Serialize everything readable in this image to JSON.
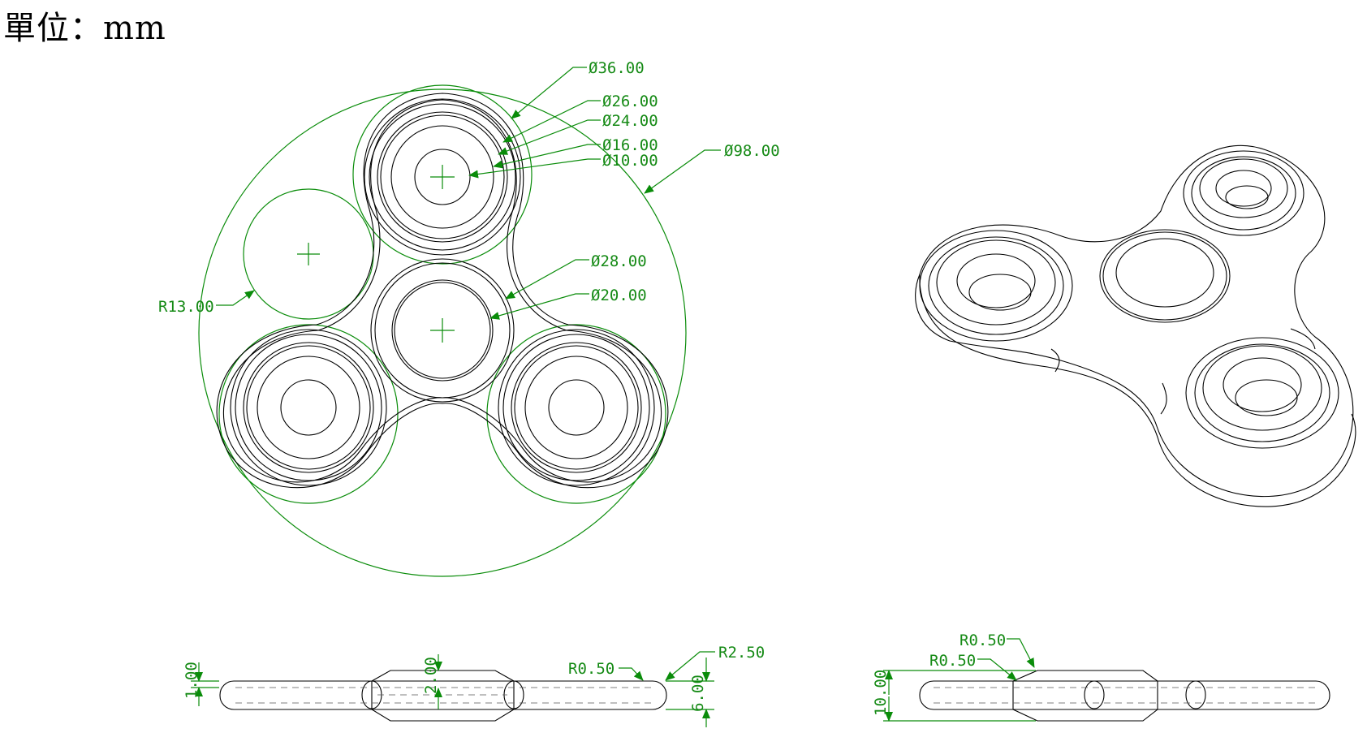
{
  "header": {
    "unit_label": "單位：mm"
  },
  "top_view": {
    "dimensions": {
      "d36": "Ø36.00",
      "d26": "Ø26.00",
      "d24": "Ø24.00",
      "d16": "Ø16.00",
      "d10": "Ø10.00",
      "d98": "Ø98.00",
      "d28": "Ø28.00",
      "d20": "Ø20.00",
      "r13": "R13.00"
    }
  },
  "side_view_left": {
    "dimensions": {
      "t1": "1.00",
      "t2": "2.00",
      "r05": "R0.50",
      "r25": "R2.50",
      "t6": "6.00"
    }
  },
  "side_view_right": {
    "dimensions": {
      "r05a": "R0.50",
      "r05b": "R0.50",
      "t10": "10.00"
    }
  },
  "colors": {
    "dimension": "#158a15",
    "outline": "#000000"
  }
}
